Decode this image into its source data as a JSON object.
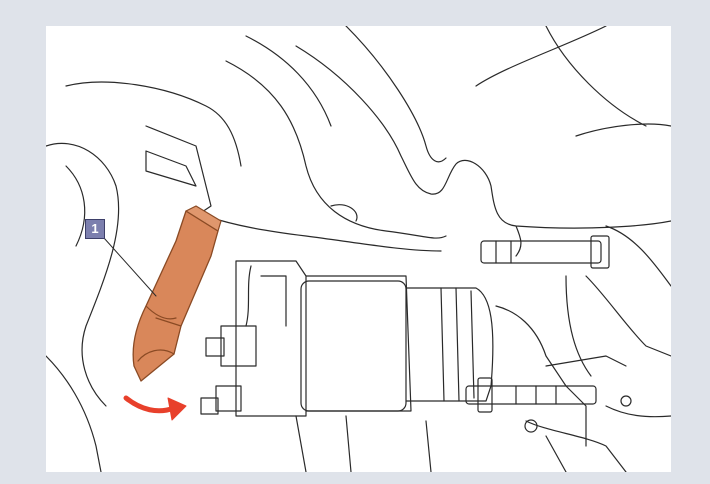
{
  "callout": {
    "number": "1"
  },
  "colors": {
    "background": "#dfe3ea",
    "panel": "#ffffff",
    "linework": "#2a2a2a",
    "cover_fill": "#d9875a",
    "cover_stroke": "#8a4a24",
    "arrow": "#e8402b",
    "callout_fill": "#7c7fae"
  },
  "icons": {
    "callout": "numbered-square",
    "arrow": "curved-red-arrow"
  }
}
